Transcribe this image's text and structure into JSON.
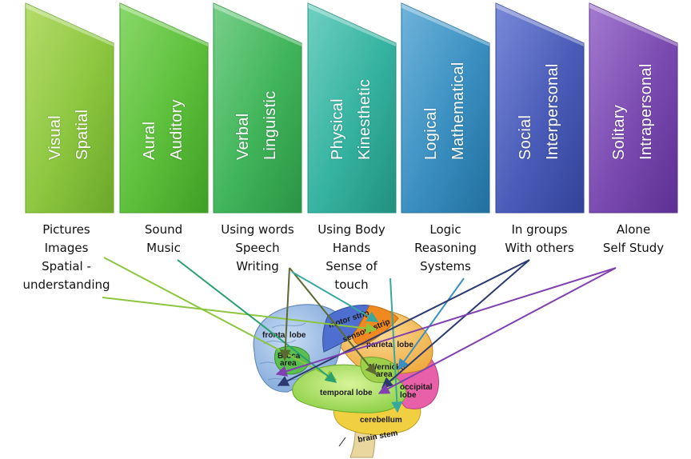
{
  "columns": [
    {
      "title_lines": [
        "Visual",
        "Spatial"
      ],
      "color": "#8cc63f",
      "color_light": "#b5dc6b",
      "color_dark": "#6aa82a",
      "desc_lines": [
        "Pictures",
        "Images",
        "Spatial -",
        "understanding"
      ]
    },
    {
      "title_lines": [
        "Aural",
        "Auditory"
      ],
      "color": "#5cbf3a",
      "color_light": "#8ad86a",
      "color_dark": "#3f9e25",
      "desc_lines": [
        "Sound",
        "Music"
      ]
    },
    {
      "title_lines": [
        "Verbal",
        "Linguistic"
      ],
      "color": "#40b45a",
      "color_light": "#78d08a",
      "color_dark": "#2a9444",
      "desc_lines": [
        "Using words",
        "Speech",
        "Writing"
      ]
    },
    {
      "title_lines": [
        "Physical",
        "Kinesthetic"
      ],
      "color": "#35b2a0",
      "color_light": "#6fd0c2",
      "color_dark": "#21907f",
      "desc_lines": [
        "Using Body",
        "Hands",
        "Sense of",
        "touch"
      ]
    },
    {
      "title_lines": [
        "Logical",
        "Mathematical"
      ],
      "color": "#3a8fc0",
      "color_light": "#6fb4dc",
      "color_dark": "#226f9e",
      "desc_lines": [
        "Logic",
        "Reasoning",
        "Systems"
      ]
    },
    {
      "title_lines": [
        "Social",
        "Interpersonal"
      ],
      "color": "#4a5cb8",
      "color_light": "#7a89d8",
      "color_dark": "#33429a",
      "desc_lines": [
        "In groups",
        "With others"
      ]
    },
    {
      "title_lines": [
        "Solitary",
        "Intrapersonal"
      ],
      "color": "#7a4ab0",
      "color_light": "#a37ad0",
      "color_dark": "#5d3092",
      "desc_lines": [
        "Alone",
        "Self Study"
      ]
    }
  ],
  "brain": {
    "labels": {
      "frontal_lobe": "frontal lobe",
      "motor_strip": "motor strip",
      "sensory_strip": "sensory strip",
      "parietal_lobe": "parietal lobe",
      "broca_area_1": "Broca",
      "broca_area_2": "area",
      "wernicke_area_1": "Wernicke",
      "wernicke_area_2": "area",
      "temporal_lobe": "temporal lobe",
      "occipital_lobe_1": "occipital",
      "occipital_lobe_2": "lobe",
      "cerebellum": "cerebellum",
      "brain_stem": "brain stem"
    },
    "colors": {
      "frontal": "#8fb8e8",
      "motor": "#4f6fd0",
      "sensory": "#f0a030",
      "parietal": "#f4c068",
      "temporal": "#a8e060",
      "occipital": "#e860a8",
      "cerebellum": "#f0d040",
      "stem": "#e8d8a0"
    }
  }
}
